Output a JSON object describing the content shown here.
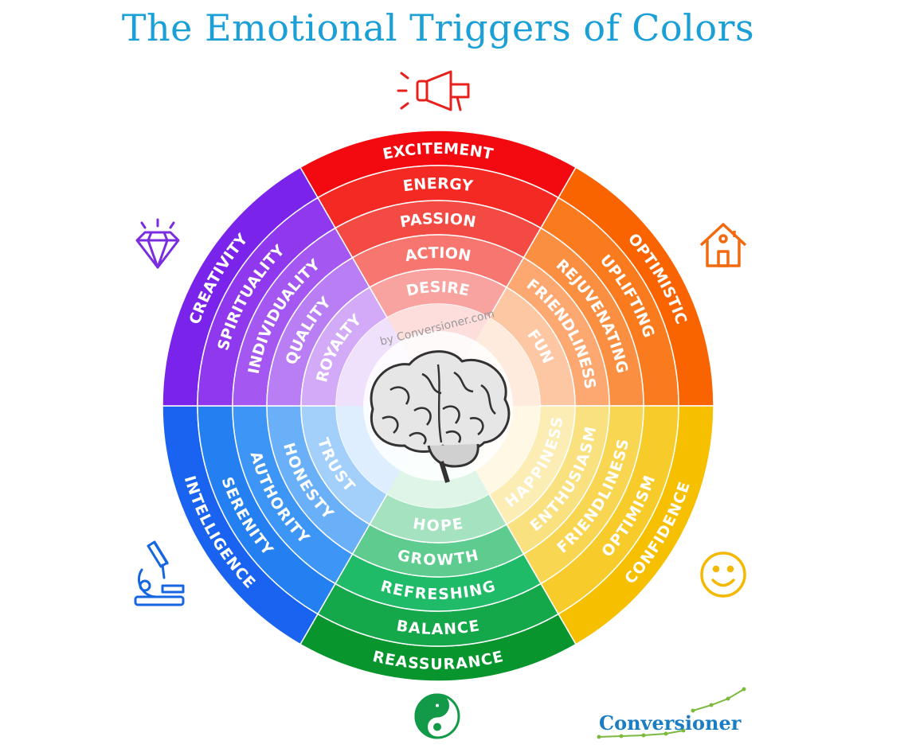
{
  "title": "The Emotional Triggers of Colors",
  "watermark": "by Conversioner.com",
  "brand": "Conversioner",
  "sectors": [
    {
      "color": "red",
      "hex": "#e8201c",
      "icon": "megaphone-icon",
      "labels": [
        "EXCITEMENT",
        "ENERGY",
        "PASSION",
        "ACTION",
        "DESIRE"
      ]
    },
    {
      "color": "orange",
      "hex": "#f26a10",
      "icon": "house-icon",
      "labels": [
        "OPTIMISTIC",
        "UPLIFTING",
        "REJUVENATING",
        "FRIENDLINESS",
        "FUN"
      ]
    },
    {
      "color": "yellow",
      "hex": "#f5b800",
      "icon": "smiley-icon",
      "labels": [
        "CONFIDENCE",
        "OPTIMISM",
        "FRIENDLINESS",
        "ENTHUSIASM",
        "HAPPINESS"
      ]
    },
    {
      "color": "green",
      "hex": "#129a48",
      "icon": "yin-yang-icon",
      "labels": [
        "REASSURANCE",
        "BALANCE",
        "REFRESHING",
        "GROWTH",
        "HOPE"
      ]
    },
    {
      "color": "blue",
      "hex": "#1566e0",
      "icon": "microscope-icon",
      "labels": [
        "INTELLIGENCE",
        "SERENITY",
        "AUTHORITY",
        "HONESTY",
        "TRUST"
      ]
    },
    {
      "color": "purple",
      "hex": "#7a2de0",
      "icon": "diamond-icon",
      "labels": [
        "CREATIVITY",
        "SPIRITUALITY",
        "INDIVIDUALITY",
        "QUALITY",
        "ROYALTY"
      ]
    }
  ],
  "ring_colors": {
    "red": [
      "#f30a10",
      "#f52924",
      "#f44a44",
      "#f77670",
      "#f9a3a0"
    ],
    "orange": [
      "#fa6400",
      "#fa7a1e",
      "#fb8f41",
      "#fca870",
      "#fdc7a4"
    ],
    "yellow": [
      "#f6c000",
      "#f7cc2a",
      "#f9d652",
      "#fae17f",
      "#fcedb4"
    ],
    "green": [
      "#08952e",
      "#14a84a",
      "#1fbb68",
      "#5fcc8f",
      "#a5e3c0"
    ],
    "blue": [
      "#1a63f0",
      "#247ff0",
      "#3d95f5",
      "#6ab0f8",
      "#a3cffb"
    ],
    "purple": [
      "#7a24eb",
      "#9038ee",
      "#a457f1",
      "#b97ef3",
      "#d2aaf7"
    ]
  },
  "center_color": "#ffffff",
  "center_icon": "brain-icon",
  "brand_color": "#1b7ec2",
  "accent_color": "#1aa0d6"
}
